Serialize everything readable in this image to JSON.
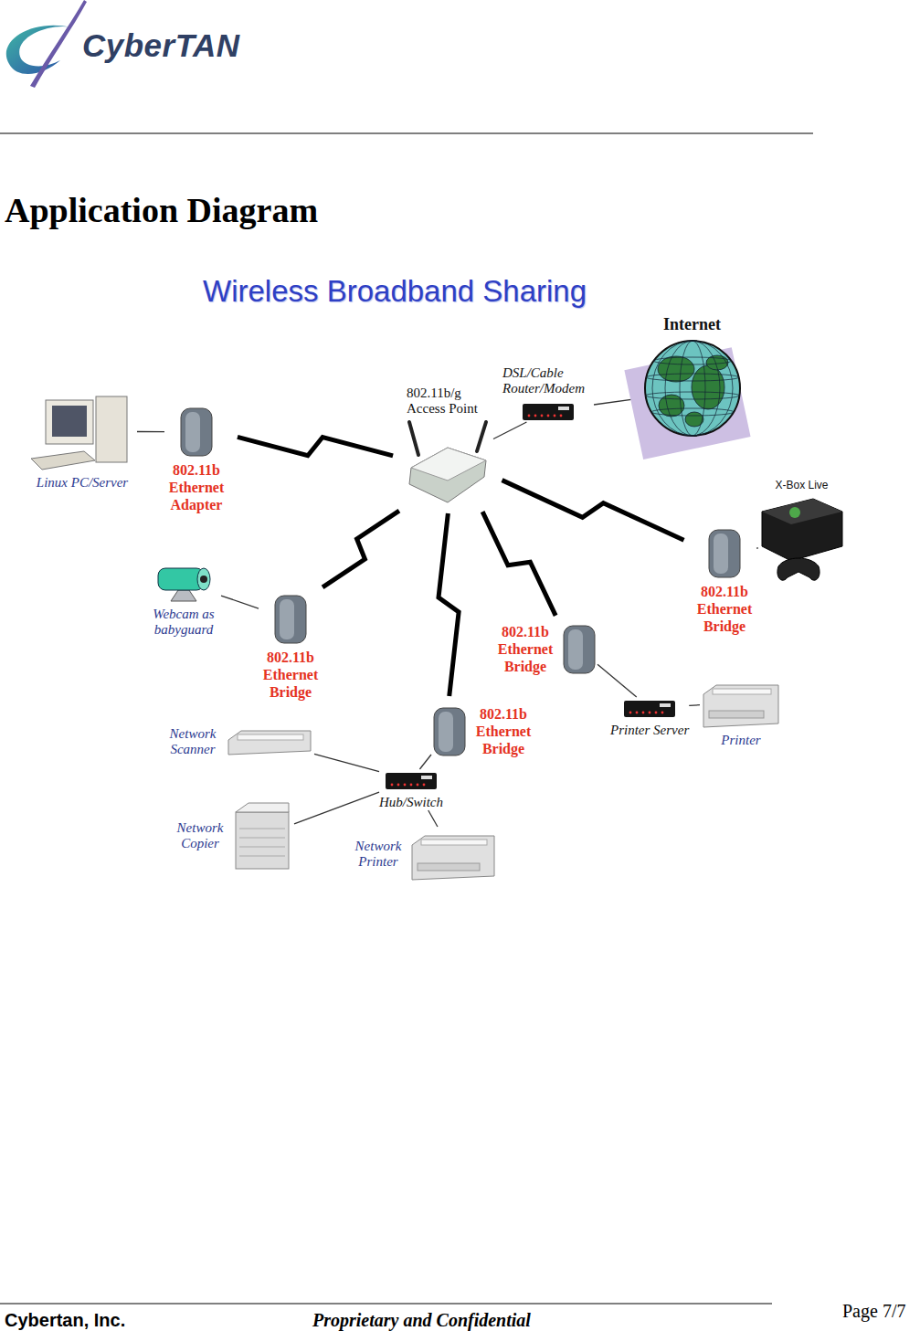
{
  "diagram": {
    "title": "Application Diagram",
    "nodes": [
      {
        "text": [
          "Internet"
        ]
      },
      {
        "text": [
          "DSL/Cable Router/Modem"
        ]
      },
      {
        "text": [
          "802.11b/g Access Point"
        ]
      },
      {
        "text": [
          "Linux PC/Server"
        ]
      },
      {
        "text": [
          "802.11b Ethernet Adapter"
        ]
      },
      {
        "text": [
          "Webcam as babyguard"
        ]
      },
      {
        "text": [
          "802.11b Ethernet Bridge"
        ]
      },
      {
        "text": [
          "X-Box Live"
        ]
      },
      {
        "text": [
          "802.11b Ethernet Bridge"
        ]
      },
      {
        "text": [
          "802.11b Ethernet Bridge"
        ]
      },
      {
        "text": [
          "Printer Server"
        ]
      },
      {
        "text": [
          "Printer"
        ]
      },
      {
        "text": [
          "802.11b Ethernet Bridge"
        ]
      },
      {
        "text": [
          "Network Scanner"
        ]
      },
      {
        "text": [
          "Hub/Switch"
        ]
      },
      {
        "text": [
          "Network Copier"
        ]
      },
      {
        "text": [
          "Network Printer"
        ]
      }
    ],
    "edges": [
      {
        "from": 0,
        "to": 1,
        "arrow": "none"
      },
      {
        "from": 1,
        "to": 2,
        "arrow": "none"
      },
      {
        "from": 2,
        "to": 4,
        "arrow": "none"
      },
      {
        "from": 2,
        "to": 6,
        "arrow": "none"
      },
      {
        "from": 2,
        "to": 12,
        "arrow": "none"
      },
      {
        "from": 2,
        "to": 9,
        "arrow": "none"
      },
      {
        "from": 2,
        "to": 8,
        "arrow": "none"
      },
      {
        "from": 3,
        "to": 4,
        "arrow": "none"
      },
      {
        "from": 5,
        "to": 6,
        "arrow": "none"
      },
      {
        "from": 7,
        "to": 8,
        "arrow": "none"
      },
      {
        "from": 9,
        "to": 10,
        "arrow": "none"
      },
      {
        "from": 10,
        "to": 11,
        "arrow": "none"
      },
      {
        "from": 12,
        "to": 14,
        "arrow": "none"
      },
      {
        "from": 13,
        "to": 14,
        "arrow": "none"
      },
      {
        "from": 15,
        "to": 14,
        "arrow": "none"
      },
      {
        "from": 16,
        "to": 14,
        "arrow": "none"
      }
    ],
    "labels": [
      "CyberTAN",
      "Wireless Broadband Sharing",
      "Cybertan, Inc.",
      "Proprietary and Confidential",
      "Page 7/7"
    ]
  }
}
